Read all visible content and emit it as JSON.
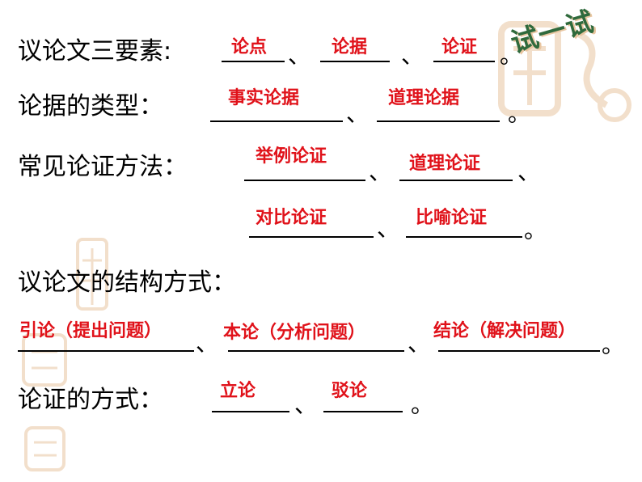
{
  "badge": "试一试",
  "rows": {
    "elements_label": "议论文三要素:",
    "elements_answers": [
      "论点",
      "论据",
      "论证"
    ],
    "evidence_label": "论据的类型：",
    "evidence_answers": [
      "事实论据",
      "道理论据"
    ],
    "methods_label": "常见论证方法：",
    "methods_answers": [
      "举例论证",
      "道理论证",
      "对比论证",
      "比喻论证"
    ],
    "structure_label": "议论文的结构方式：",
    "structure_answers": [
      "引论（提出问题）",
      "本论（分析问题）",
      "结论（解决问题）"
    ],
    "mode_label": "论证的方式：",
    "mode_answers": [
      "立论",
      "驳论"
    ]
  },
  "punct": {
    "comma": "、",
    "period": "。"
  },
  "colors": {
    "answer": "#e0121a",
    "badge": "#2f6a3c",
    "decoration": "#e9c6a1"
  }
}
